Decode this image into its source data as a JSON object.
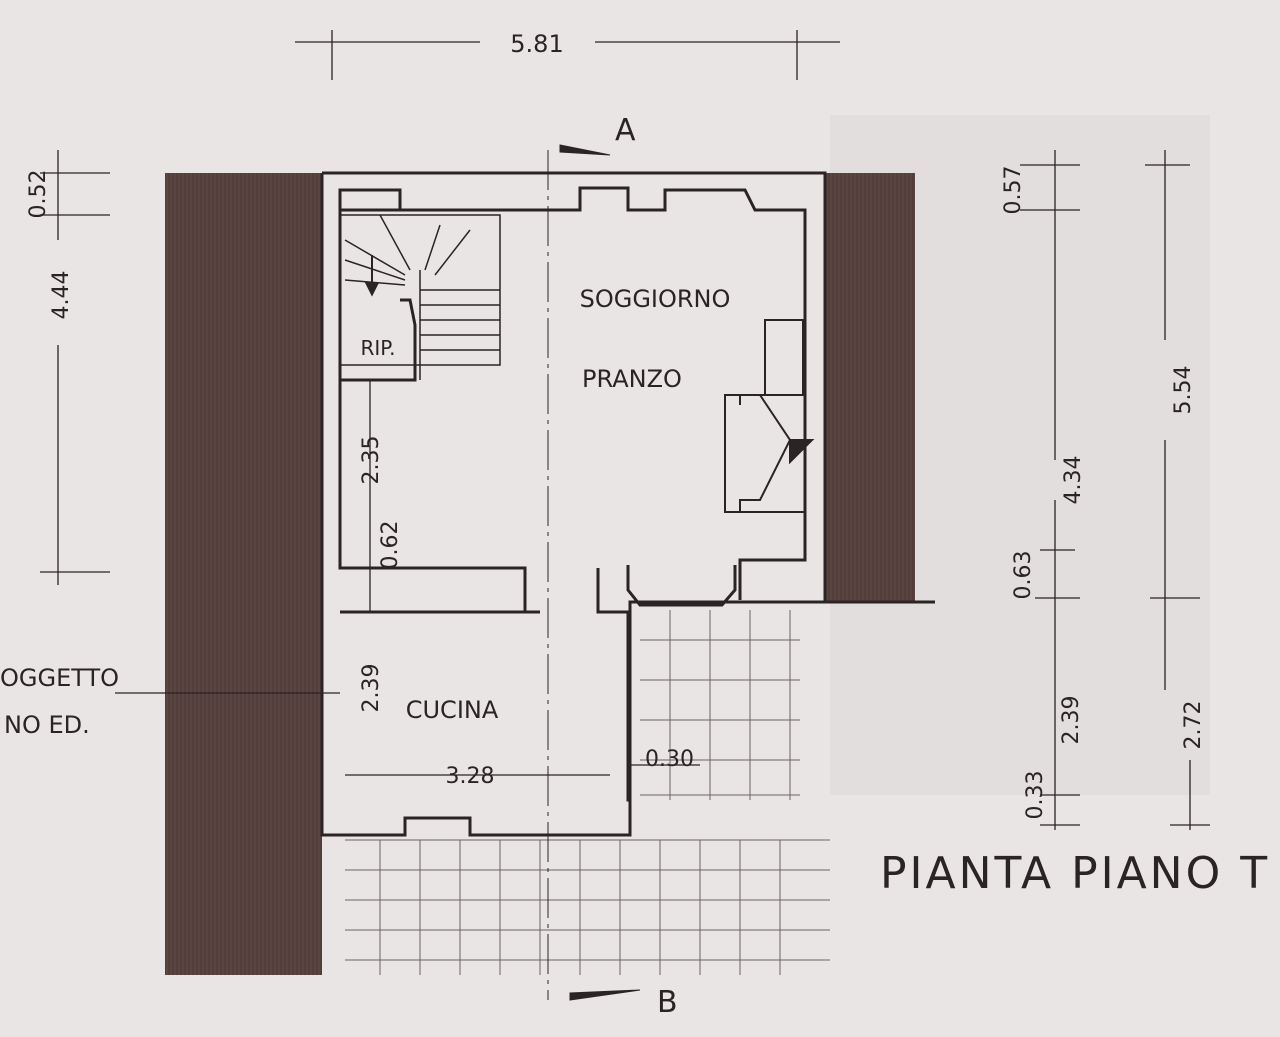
{
  "dimensions": {
    "top_width": "5.81",
    "left_top": "0.52",
    "left_main": "4.44",
    "right_a_top": "0.57",
    "right_a_main": "4.34",
    "right_a_mid": "0.63",
    "right_a_kitchen": "2.39",
    "right_a_bottom": "0.33",
    "right_b_main": "5.54",
    "right_b_bottom": "2.72",
    "inner_2_35": "2.35",
    "inner_0_62": "0.62",
    "kitchen_height": "2.39",
    "kitchen_width": "3.28",
    "wall_0_30": "0.30"
  },
  "section_marks": {
    "top": "A",
    "bottom": "B"
  },
  "rooms": {
    "living_line1": "SOGGIORNO",
    "living_line2": "PRANZO",
    "storage": "RIP.",
    "kitchen": "CUCINA"
  },
  "side_note": {
    "line1": "OGGETTO",
    "line2": "NO ED."
  },
  "plan_title": "PIANTA PIANO T",
  "colors": {
    "paper": "#e9e5e4",
    "wall_fill": "#5b4542",
    "ink": "#2b2424"
  }
}
